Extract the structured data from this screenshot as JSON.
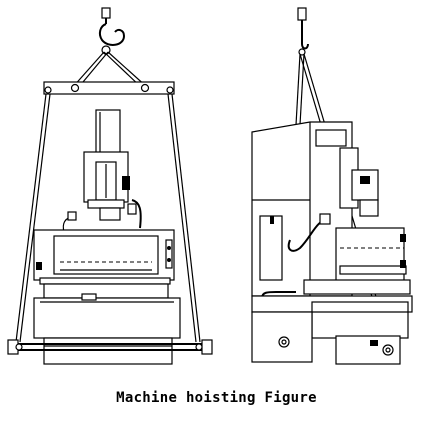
{
  "caption": "Machine hoisting Figure",
  "views": [
    {
      "id": "front-view"
    },
    {
      "id": "side-view"
    }
  ]
}
